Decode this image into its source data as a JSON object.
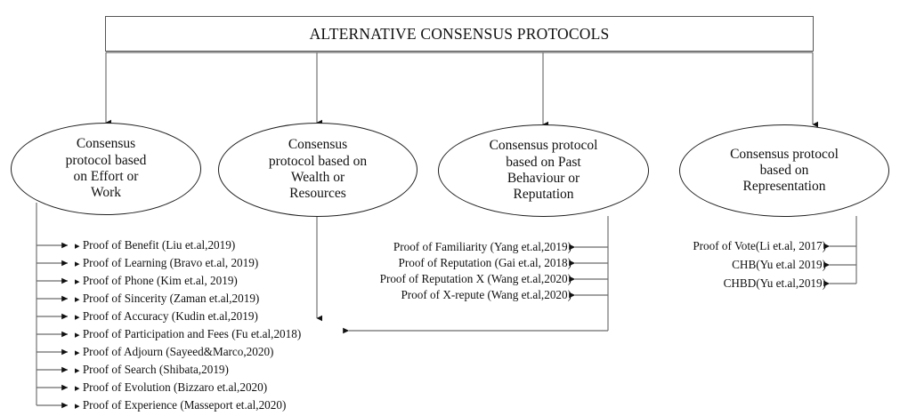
{
  "diagram": {
    "type": "hierarchy-tree",
    "root": {
      "label": "ALTERNATIVE CONSENSUS PROTOCOLS"
    },
    "branches": [
      {
        "id": "effort-or-work",
        "label": "Consensus protocol based on Effort or Work",
        "lines": [
          "Consensus",
          "protocol based",
          "on Effort or",
          "Work"
        ],
        "leaves": [
          "Proof of Benefit (Liu et.al,2019)",
          "Proof of Learning (Bravo et.al, 2019)",
          "Proof of Phone (Kim et.al, 2019)",
          "Proof of Sincerity (Zaman et.al,2019)",
          "Proof of Accuracy (Kudin et.al,2019)",
          "Proof of Participation and Fees (Fu et.al,2018)",
          "Proof of Adjourn (Sayeed&Marco,2020)",
          "Proof of Search (Shibata,2019)",
          "Proof of Evolution (Bizzaro et.al,2020)",
          "Proof of Experience (Masseport et.al,2020)"
        ]
      },
      {
        "id": "wealth-or-resources",
        "label": "Consensus protocol based on Wealth or Resources",
        "lines": [
          "Consensus",
          "protocol based on",
          "Wealth or",
          "Resources"
        ],
        "leaves": []
      },
      {
        "id": "past-behaviour-or-reputation",
        "label": "Consensus protocol based on Past Behaviour or Reputation",
        "lines": [
          "Consensus protocol",
          "based on Past",
          "Behaviour or",
          "Reputation"
        ],
        "leaves": [
          "Proof of Familiarity (Yang et.al,2019)",
          "Proof of Reputation (Gai et.al, 2018)",
          "Proof of Reputation X (Wang et.al,2020)",
          "Proof of X-repute (Wang et.al,2020)"
        ]
      },
      {
        "id": "representation",
        "label": "Consensus protocol based on Representation",
        "lines": [
          "Consensus protocol",
          "based on",
          "Representation"
        ],
        "leaves": [
          "Proof of Vote(Li et.al, 2017)",
          "CHB(Yu et.al 2019)",
          "CHBD(Yu et.al,2019)"
        ]
      }
    ],
    "colors": {
      "stroke": "#5a5a5a",
      "ellipse_stroke": "#1f1f1f",
      "text": "#111111",
      "background": "#ffffff"
    },
    "bullet_glyph": "▸"
  }
}
